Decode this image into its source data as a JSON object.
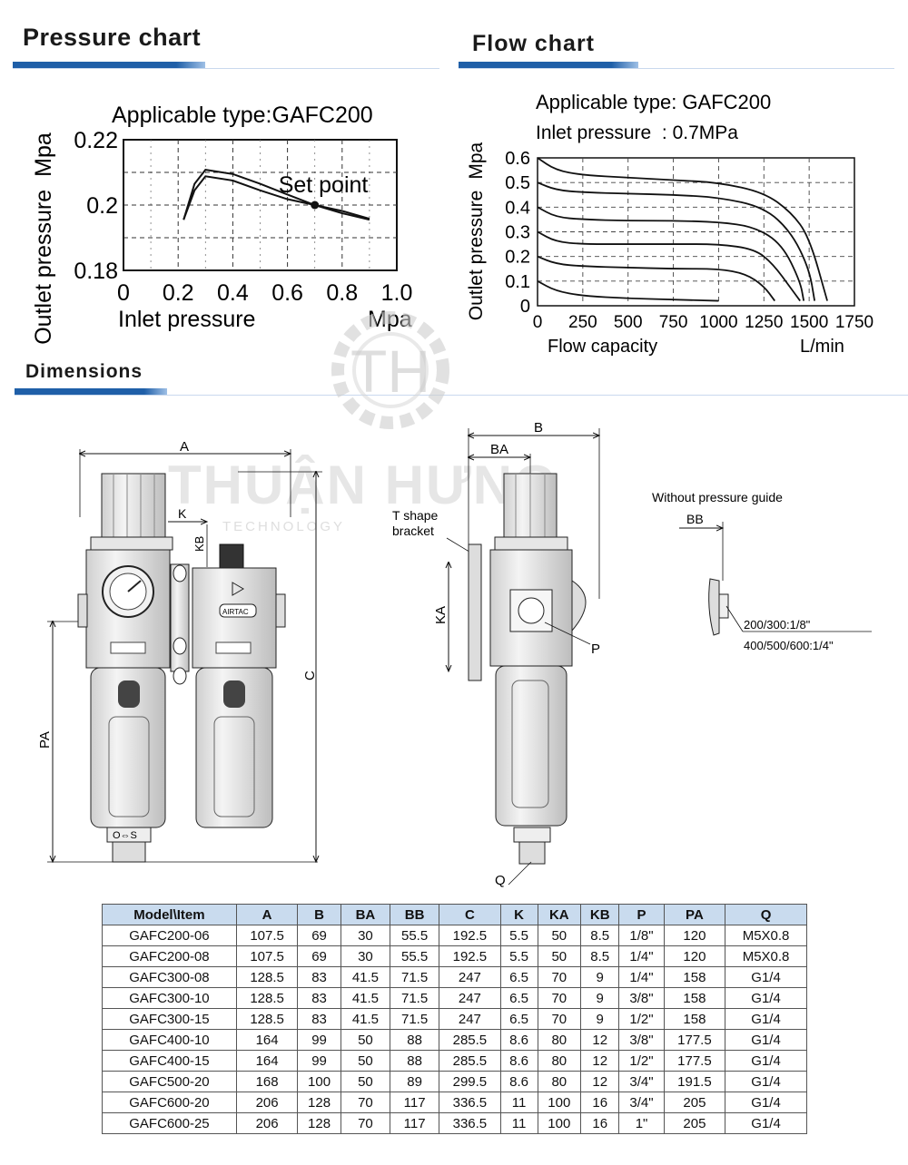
{
  "pressure_chart": {
    "section_title": "Pressure chart",
    "subtitle": "Applicable type:GAFC200",
    "ylabel": "Outlet pressure",
    "yunit": "Mpa",
    "xlabel": "Inlet pressure",
    "xunit": "Mpa",
    "yticks": [
      "0.22",
      "0.2",
      "0.18"
    ],
    "xticks": [
      "0",
      "0.2",
      "0.4",
      "0.6",
      "0.8",
      "1.0"
    ],
    "annotation": "Set point"
  },
  "flow_chart": {
    "section_title": "Flow chart",
    "subtitle_line1": "Applicable type: GAFC200",
    "subtitle_line2": "Inlet pressure  : 0.7MPa",
    "ylabel": "Outlet pressure",
    "yunit": "Mpa",
    "xlabel": "Flow capacity",
    "xunit": "L/min",
    "yticks": [
      "0.6",
      "0.5",
      "0.4",
      "0.3",
      "0.2",
      "0.1",
      "0"
    ],
    "xticks": [
      "0",
      "250",
      "500",
      "750",
      "1000",
      "1250",
      "1500",
      "1750"
    ]
  },
  "chart_data": [
    {
      "type": "line",
      "title": "Applicable type:GAFC200",
      "xlabel": "Inlet pressure",
      "ylabel": "Outlet pressure",
      "xlim": [
        0,
        1.0
      ],
      "ylim": [
        0.18,
        0.22
      ],
      "grid": true,
      "series": [
        {
          "x": [
            0.22,
            0.26,
            0.3,
            0.4,
            0.5,
            0.6,
            0.7,
            0.8,
            0.9
          ],
          "y": [
            0.1955,
            0.2065,
            0.2108,
            0.2095,
            0.2065,
            0.2032,
            0.2,
            0.1975,
            0.1955
          ]
        },
        {
          "x": [
            0.22,
            0.26,
            0.3,
            0.4,
            0.5,
            0.6,
            0.7,
            0.8,
            0.9
          ],
          "y": [
            0.1955,
            0.2045,
            0.2088,
            0.2075,
            0.2045,
            0.2018,
            0.2,
            0.1982,
            0.1958
          ]
        }
      ],
      "points": [
        {
          "label": "Set point",
          "x": 0.7,
          "y": 0.2
        }
      ]
    },
    {
      "type": "line",
      "title": "Applicable type: GAFC200",
      "xlabel": "Flow capacity",
      "ylabel": "Outlet pressure",
      "xlim": [
        0,
        1750
      ],
      "ylim": [
        0,
        0.6
      ],
      "grid": true,
      "series": [
        {
          "x": [
            0,
            100,
            250,
            500,
            750,
            1000,
            1250,
            1400,
            1500,
            1600
          ],
          "y": [
            0.6,
            0.55,
            0.53,
            0.52,
            0.51,
            0.5,
            0.46,
            0.38,
            0.28,
            0.02
          ]
        },
        {
          "x": [
            0,
            100,
            250,
            500,
            750,
            1000,
            1250,
            1400,
            1500,
            1530
          ],
          "y": [
            0.5,
            0.47,
            0.46,
            0.455,
            0.45,
            0.44,
            0.4,
            0.3,
            0.15,
            0.02
          ]
        },
        {
          "x": [
            0,
            100,
            250,
            500,
            750,
            1000,
            1200,
            1350,
            1450,
            1470
          ],
          "y": [
            0.4,
            0.36,
            0.35,
            0.345,
            0.345,
            0.34,
            0.32,
            0.25,
            0.1,
            0.02
          ]
        },
        {
          "x": [
            0,
            100,
            250,
            500,
            750,
            1000,
            1200,
            1300,
            1400,
            1450
          ],
          "y": [
            0.3,
            0.26,
            0.25,
            0.25,
            0.25,
            0.25,
            0.23,
            0.17,
            0.07,
            0.02
          ]
        },
        {
          "x": [
            0,
            100,
            250,
            500,
            750,
            1000,
            1150,
            1250,
            1310
          ],
          "y": [
            0.2,
            0.17,
            0.16,
            0.155,
            0.15,
            0.15,
            0.13,
            0.08,
            0.02
          ]
        },
        {
          "x": [
            0,
            100,
            250,
            500,
            750,
            1000
          ],
          "y": [
            0.1,
            0.06,
            0.04,
            0.03,
            0.025,
            0.02
          ]
        }
      ]
    }
  ],
  "dimensions": {
    "section_title": "Dimensions",
    "labels": {
      "A": "A",
      "B": "B",
      "BA": "BA",
      "BB": "BB",
      "C": "C",
      "K": "K",
      "KA": "KA",
      "KB": "KB",
      "P": "P",
      "PA": "PA",
      "Q": "Q",
      "t_bracket_1": "T shape",
      "t_bracket_2": "bracket",
      "without_guide": "Without pressure guide",
      "thread_small": "200/300:1/8\"",
      "thread_large": "400/500/600:1/4\"",
      "drain_label": "O⇔S",
      "brand": "AIRTAC"
    }
  },
  "watermark": {
    "monogram": "TH",
    "name": "THUẬN HƯNG",
    "tagline": "TECHNOLOGY"
  },
  "table": {
    "headers": [
      "Model\\Item",
      "A",
      "B",
      "BA",
      "BB",
      "C",
      "K",
      "KA",
      "KB",
      "P",
      "PA",
      "Q"
    ],
    "rows": [
      [
        "GAFC200-06",
        "107.5",
        "69",
        "30",
        "55.5",
        "192.5",
        "5.5",
        "50",
        "8.5",
        "1/8\"",
        "120",
        "M5X0.8"
      ],
      [
        "GAFC200-08",
        "107.5",
        "69",
        "30",
        "55.5",
        "192.5",
        "5.5",
        "50",
        "8.5",
        "1/4\"",
        "120",
        "M5X0.8"
      ],
      [
        "GAFC300-08",
        "128.5",
        "83",
        "41.5",
        "71.5",
        "247",
        "6.5",
        "70",
        "9",
        "1/4\"",
        "158",
        "G1/4"
      ],
      [
        "GAFC300-10",
        "128.5",
        "83",
        "41.5",
        "71.5",
        "247",
        "6.5",
        "70",
        "9",
        "3/8\"",
        "158",
        "G1/4"
      ],
      [
        "GAFC300-15",
        "128.5",
        "83",
        "41.5",
        "71.5",
        "247",
        "6.5",
        "70",
        "9",
        "1/2\"",
        "158",
        "G1/4"
      ],
      [
        "GAFC400-10",
        "164",
        "99",
        "50",
        "88",
        "285.5",
        "8.6",
        "80",
        "12",
        "3/8\"",
        "177.5",
        "G1/4"
      ],
      [
        "GAFC400-15",
        "164",
        "99",
        "50",
        "88",
        "285.5",
        "8.6",
        "80",
        "12",
        "1/2\"",
        "177.5",
        "G1/4"
      ],
      [
        "GAFC500-20",
        "168",
        "100",
        "50",
        "89",
        "299.5",
        "8.6",
        "80",
        "12",
        "3/4\"",
        "191.5",
        "G1/4"
      ],
      [
        "GAFC600-20",
        "206",
        "128",
        "70",
        "117",
        "336.5",
        "11",
        "100",
        "16",
        "3/4\"",
        "205",
        "G1/4"
      ],
      [
        "GAFC600-25",
        "206",
        "128",
        "70",
        "117",
        "336.5",
        "11",
        "100",
        "16",
        "1\"",
        "205",
        "G1/4"
      ]
    ]
  }
}
